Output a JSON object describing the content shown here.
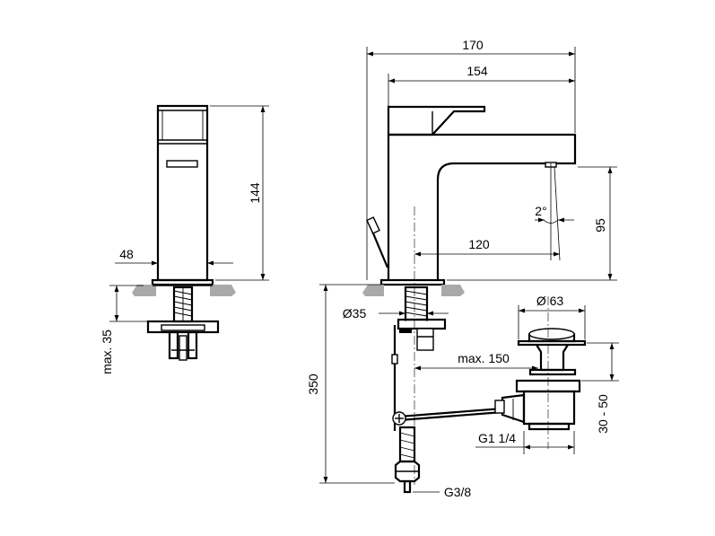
{
  "colors": {
    "line": "#000000",
    "ground": "#a9a9a9",
    "background": "#ffffff"
  },
  "dimensions": {
    "side_width": "48",
    "side_height": "144",
    "side_max_thread": "max. 35",
    "total_depth": "170",
    "spout_depth": "154",
    "spout_reach": "120",
    "spout_angle": "2°",
    "spout_height": "95",
    "total_height": "350",
    "hole_diameter": "Ø35",
    "max_rod": "max. 150",
    "waste_diameter": "Ø 63",
    "waste_adjust": "30 - 50",
    "waste_thread": "G1 1/4",
    "supply_thread": "G3/8"
  }
}
